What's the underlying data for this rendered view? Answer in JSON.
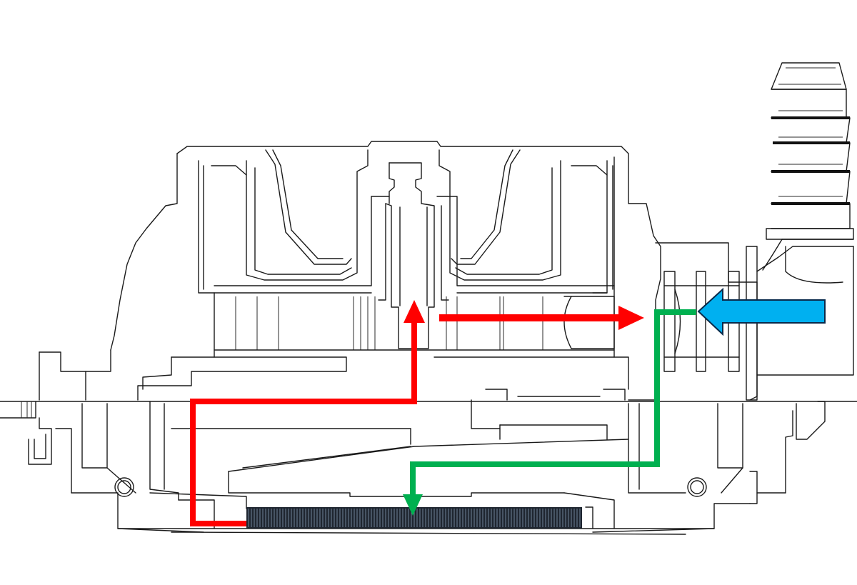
{
  "colors": {
    "background": "#ffffff",
    "outline": "#1a1a1a",
    "hot_flow": "#ff0000",
    "cold_flow": "#00b050",
    "inlet": "#00b0f0",
    "coldplate_fins": "#2b3440"
  },
  "flow_paths": {
    "inlet_arrow": "blue-inlet-arrow",
    "cold_path": "green-flow-path",
    "hot_path": "red-flow-path",
    "outlet_arrow": "red-outlet-arrow"
  }
}
